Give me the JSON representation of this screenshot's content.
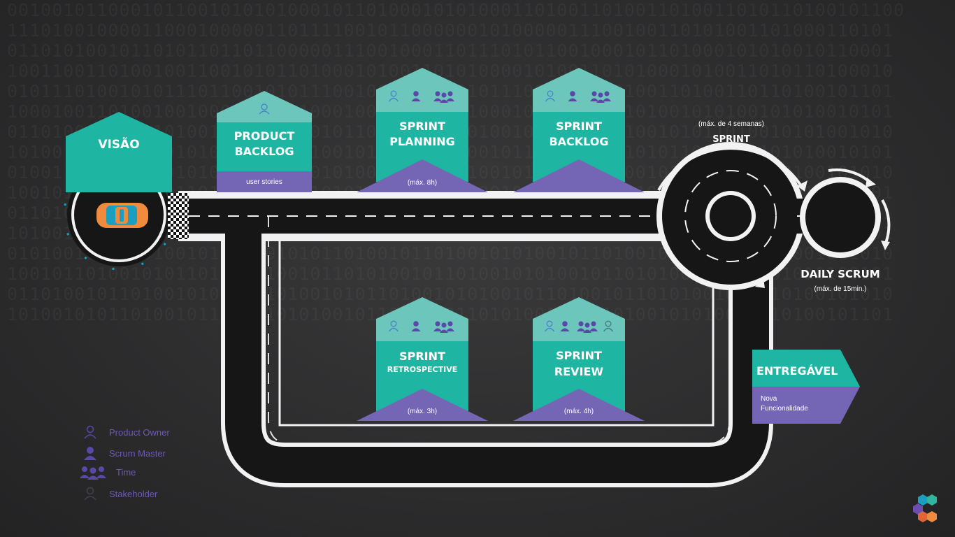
{
  "colors": {
    "teal": "#1fb5a3",
    "teal_light": "#6cc6bb",
    "purple": "#7466b4",
    "purple_icon": "#5a48a8",
    "road": "#161616",
    "background": "#2d2d2e"
  },
  "vision": {
    "title": "VISÃO"
  },
  "product_backlog": {
    "title_line1": "PRODUCT",
    "title_line2": "BACKLOG",
    "footer": "user stories"
  },
  "sprint_planning": {
    "title_line1": "SPRINT",
    "title_line2": "PLANNING",
    "footer": "(máx. 8h)"
  },
  "sprint_backlog": {
    "title_line1": "SPRINT",
    "title_line2": "BACKLOG"
  },
  "sprint_retrospective": {
    "title_line1": "SPRINT",
    "title_line2": "RETROSPECTIVE",
    "footer": "(máx. 3h)"
  },
  "sprint_review": {
    "title_line1": "SPRINT",
    "title_line2": "REVIEW",
    "footer": "(máx. 4h)"
  },
  "sprint_loop": {
    "duration": "(máx. de 4 semanas)",
    "title": "SPRINT"
  },
  "daily_scrum": {
    "title": "DAILY SCRUM",
    "duration": "(máx. de 15min.)"
  },
  "deliverable": {
    "title": "ENTREGÁVEL",
    "line1": "Nova",
    "line2": "Funcionalidade"
  },
  "legend": [
    {
      "icon": "product-owner-icon",
      "label": "Product Owner"
    },
    {
      "icon": "scrum-master-icon",
      "label": "Scrum Master"
    },
    {
      "icon": "team-icon",
      "label": "Time"
    },
    {
      "icon": "stakeholder-icon",
      "label": "Stakeholder"
    }
  ],
  "background_binary": [
    "00100101100010110010101010001011010001010100011010011010011010011010110100101100",
    "1110100100001100010000011011110010110000001010000011100100110101001101000110101",
    "0110101001011010110110110000011100100011011101011001000101101000101010010110001",
    "1001100110100100110010101101000101001101010000101001101010001010011010110100010",
    "0101110100101011101100101011100101100110010111010010110100110100110110100101101",
    "1000100110100100100011010110001001010011010001001011010101001010100101010010101",
    "0110100101001101001010110100101101001010101001010100110100101011010010101001010",
    "1010010110100101010010110101001010110100100101101010100101011010100101010010101",
    "0100110100101101010010110100101001011010110010101001101001011001010110100101010",
    "1001011010100101101001101001010100101101010010110100101010010110101001010110101",
    "0110100101010010110100101101001010100101101001011001010011010010101101001010011",
    "1010010110101001010010110101001011010010100101101010010110100101010010110100101",
    "0101001011010100101101001010110100101101001010100101101001011010010101001011010",
    "1001011010010101101001010010110101001011010010101001011010100101101001010100101",
    "0110100101101001010010110100101011010010101001011010010110101001010110100101010",
    "1010010101101001011010010101001011010010110101001010110100101010010110100101101"
  ]
}
